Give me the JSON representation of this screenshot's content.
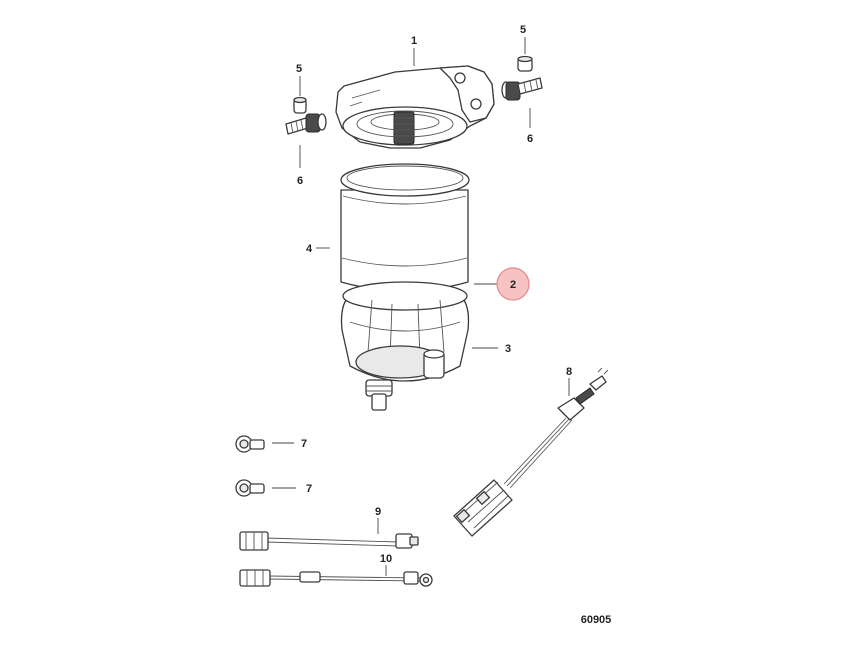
{
  "callouts": {
    "c1": "1",
    "c2": "2",
    "c3": "3",
    "c4": "4",
    "c5a": "5",
    "c5b": "5",
    "c6a": "6",
    "c6b": "6",
    "c7a": "7",
    "c7b": "7",
    "c8": "8",
    "c9": "9",
    "c10": "10"
  },
  "highlight": {
    "callout": "2",
    "color": "#f6c2c2",
    "border": "#e58a8a"
  },
  "document_number": "60905"
}
